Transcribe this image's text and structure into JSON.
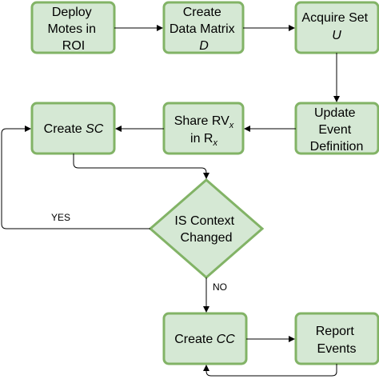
{
  "colors": {
    "node_fill": "#d5e8d4",
    "node_stroke": "#82b366",
    "edge": "#000000",
    "text": "#000000"
  },
  "nodes": {
    "deploy": {
      "lines": [
        "Deploy",
        "Motes in",
        "ROI"
      ]
    },
    "create_d": {
      "lines": [
        "Create",
        "Data Matrix",
        "D"
      ]
    },
    "acquire": {
      "lines": [
        "Acquire Set",
        "U"
      ]
    },
    "update": {
      "lines": [
        "Update",
        "Event",
        "Definition"
      ]
    },
    "share": {
      "lines": [
        "Share RVx",
        "in Rx"
      ]
    },
    "create_sc": {
      "lines": [
        "Create SC"
      ]
    },
    "decision": {
      "lines": [
        "IS Context",
        "Changed"
      ]
    },
    "create_cc": {
      "lines": [
        "Create CC"
      ]
    },
    "report": {
      "lines": [
        "Report",
        "Events"
      ]
    }
  },
  "edge_labels": {
    "yes": "YES",
    "no": "NO"
  }
}
